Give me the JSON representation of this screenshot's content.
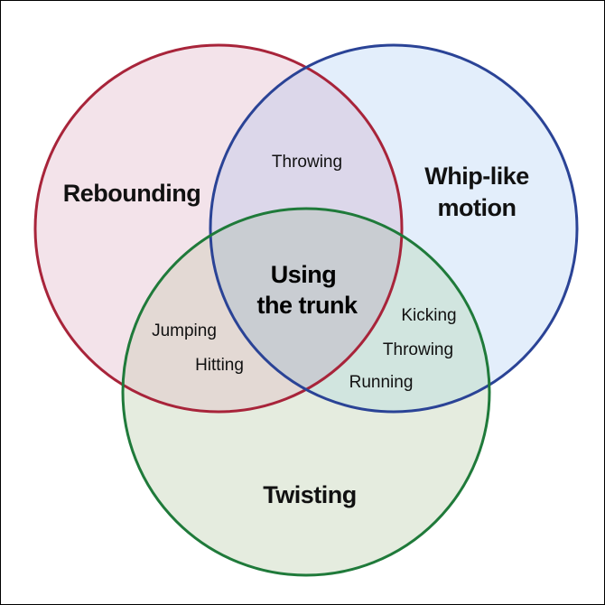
{
  "colors": {
    "rebounding_stroke": "#a8243a",
    "rebounding_fill": "#f3e3ea",
    "whip_stroke": "#2a4396",
    "whip_fill": "#e3eefb",
    "twisting_stroke": "#1f7a3a",
    "twisting_fill": "#e5ecdf",
    "rebound_whip_fill": "#dcd7ea",
    "rebound_twist_fill": "#e3d9d4",
    "whip_twist_fill": "#d1e5df",
    "center_fill": "#c9cdd2"
  },
  "sets": {
    "rebounding": "Rebounding",
    "whip_line1": "Whip-like",
    "whip_line2": "motion",
    "twisting": "Twisting"
  },
  "center": {
    "line1": "Using",
    "line2": "the trunk"
  },
  "regions": {
    "rebound_whip": [
      "Throwing"
    ],
    "rebound_twist": [
      "Jumping",
      "Hitting"
    ],
    "whip_twist": [
      "Kicking",
      "Throwing",
      "Running"
    ]
  }
}
